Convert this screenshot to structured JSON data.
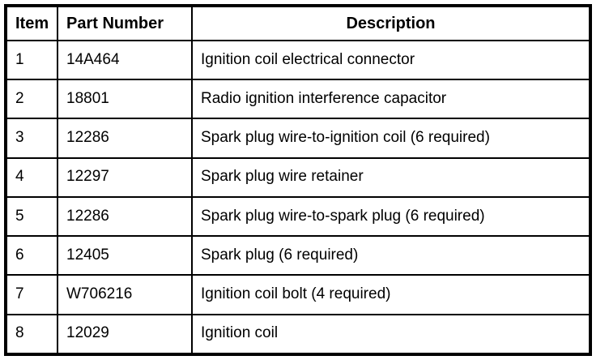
{
  "table": {
    "name": "engine-ignition-parts-table",
    "columns": [
      {
        "key": "item",
        "label": "Item"
      },
      {
        "key": "part_number",
        "label": "Part Number"
      },
      {
        "key": "description",
        "label": "Description"
      }
    ],
    "rows": [
      {
        "item": "1",
        "part_number": "14A464",
        "description": "Ignition coil electrical connector"
      },
      {
        "item": "2",
        "part_number": "18801",
        "description": "Radio ignition interference capacitor"
      },
      {
        "item": "3",
        "part_number": "12286",
        "description": "Spark plug wire-to-ignition coil (6 required)"
      },
      {
        "item": "4",
        "part_number": "12297",
        "description": "Spark plug wire retainer"
      },
      {
        "item": "5",
        "part_number": "12286",
        "description": "Spark plug wire-to-spark plug (6 required)"
      },
      {
        "item": "6",
        "part_number": "12405",
        "description": "Spark plug (6 required)"
      },
      {
        "item": "7",
        "part_number": "W706216",
        "description": "Ignition coil bolt (4 required)"
      },
      {
        "item": "8",
        "part_number": "12029",
        "description": "Ignition coil"
      }
    ],
    "border_color": "#000000",
    "background_color": "#ffffff"
  }
}
